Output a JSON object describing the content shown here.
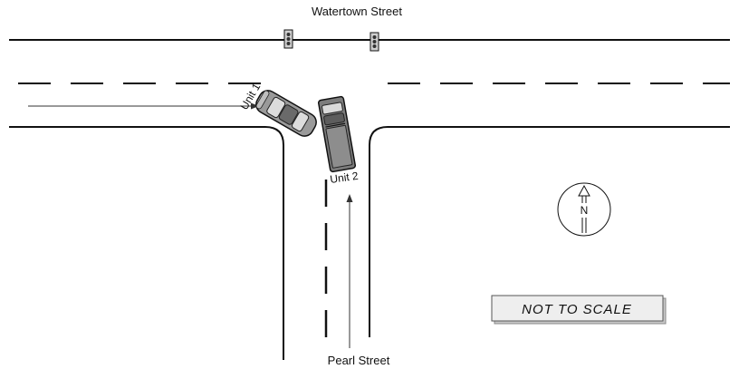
{
  "labels": {
    "watertown_street": "Watertown Street",
    "pearl_street": "Pearl Street",
    "unit1": "Unit 1",
    "unit2": "Unit 2",
    "north": "N",
    "scale_note": "NOT TO SCALE"
  },
  "colors": {
    "road_line": "#111111",
    "vehicle_body": "#7c7c7c",
    "vehicle_glass": "#d9d9d9",
    "scale_box_fill": "#eeeeee"
  },
  "icons": {
    "traffic_signal": "traffic-signal-icon",
    "compass": "north-arrow-icon"
  }
}
